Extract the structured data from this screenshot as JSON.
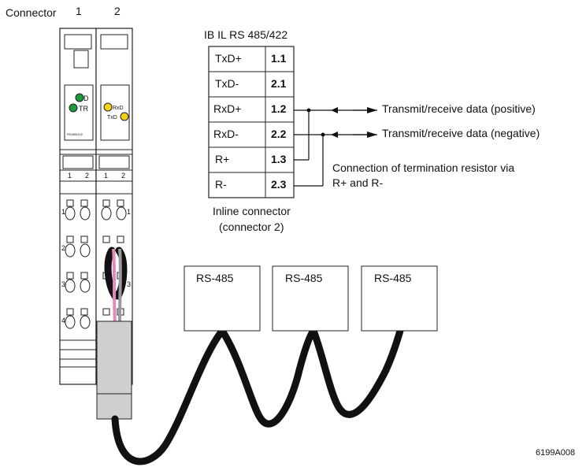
{
  "connector_label": "Connector",
  "connector_numbers": [
    "1",
    "2"
  ],
  "module_title": "IB IL RS 485/422",
  "pin_table": [
    {
      "signal": "TxD+",
      "pin": "1.1"
    },
    {
      "signal": "TxD-",
      "pin": "2.1"
    },
    {
      "signal": "RxD+",
      "pin": "1.2"
    },
    {
      "signal": "RxD-",
      "pin": "2.2"
    },
    {
      "signal": "R+",
      "pin": "1.3"
    },
    {
      "signal": "R-",
      "pin": "2.3"
    }
  ],
  "annotations": {
    "positive": "Transmit/receive data (positive)",
    "negative": "Transmit/receive data (negative)",
    "termination_line1": "Connection of termination resistor via",
    "termination_line2": "R+ and R-"
  },
  "connector_caption_line1": "Inline connector",
  "connector_caption_line2": "(connector 2)",
  "leds": {
    "module1": [
      "D",
      "TR"
    ],
    "module2": [
      "RxD",
      "TxD"
    ],
    "module1_model": "RS485/422"
  },
  "terminal_numbers": {
    "block_top": [
      "1",
      "2",
      "1",
      "2"
    ],
    "rows": [
      "1",
      "2",
      "3",
      "4"
    ]
  },
  "devices": [
    "RS-485",
    "RS-485",
    "RS-485"
  ],
  "figure_id": "6199A008",
  "colors": {
    "led_green": "#1a9a3a",
    "led_yellow": "#f2d21a",
    "wire_pink": "#e48ab8",
    "wire_grey": "#9a9a9a",
    "cable_black": "#111111",
    "plug_grey": "#cfcfcf"
  }
}
